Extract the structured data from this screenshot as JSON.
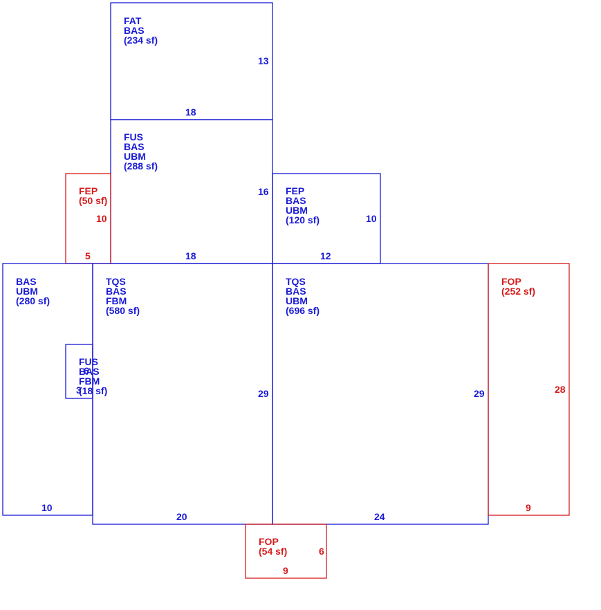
{
  "colors": {
    "main": "#1a1ad6",
    "porch": "#d61a1a"
  },
  "areas": [
    {
      "id": "top-fat",
      "codes": [
        "FAT",
        "BAS"
      ],
      "area": "(234 sf)",
      "dims": [
        "13",
        "18"
      ],
      "color": "main"
    },
    {
      "id": "fus-upper",
      "codes": [
        "FUS",
        "BAS",
        "UBM"
      ],
      "area": "(288 sf)",
      "dims": [
        "16",
        "18"
      ],
      "color": "main"
    },
    {
      "id": "fep-left",
      "codes": [
        "FEP"
      ],
      "area": "(50 sf)",
      "dims": [
        "10",
        "5"
      ],
      "color": "porch"
    },
    {
      "id": "fep-right",
      "codes": [
        "FEP",
        "BAS",
        "UBM"
      ],
      "area": "(120 sf)",
      "dims": [
        "10",
        "12"
      ],
      "color": "main"
    },
    {
      "id": "bas-left",
      "codes": [
        "BAS",
        "UBM"
      ],
      "area": "(280 sf)",
      "dims": [
        "10"
      ],
      "color": "main"
    },
    {
      "id": "fus-small",
      "codes": [
        "FUS",
        "BAS",
        "FBM"
      ],
      "area": "(18 sf)",
      "dims": [
        "6",
        "3"
      ],
      "color": "main"
    },
    {
      "id": "tqs-center",
      "codes": [
        "TQS",
        "BAS",
        "FBM"
      ],
      "area": "(580 sf)",
      "dims": [
        "29",
        "20"
      ],
      "color": "main"
    },
    {
      "id": "tqs-right",
      "codes": [
        "TQS",
        "BAS",
        "UBM"
      ],
      "area": "(696 sf)",
      "dims": [
        "29",
        "24"
      ],
      "color": "main"
    },
    {
      "id": "fop-right",
      "codes": [
        "FOP"
      ],
      "area": "(252 sf)",
      "dims": [
        "28",
        "9"
      ],
      "color": "porch"
    },
    {
      "id": "fop-bottom",
      "codes": [
        "FOP"
      ],
      "area": "(54 sf)",
      "dims": [
        "6",
        "9"
      ],
      "color": "porch"
    }
  ]
}
